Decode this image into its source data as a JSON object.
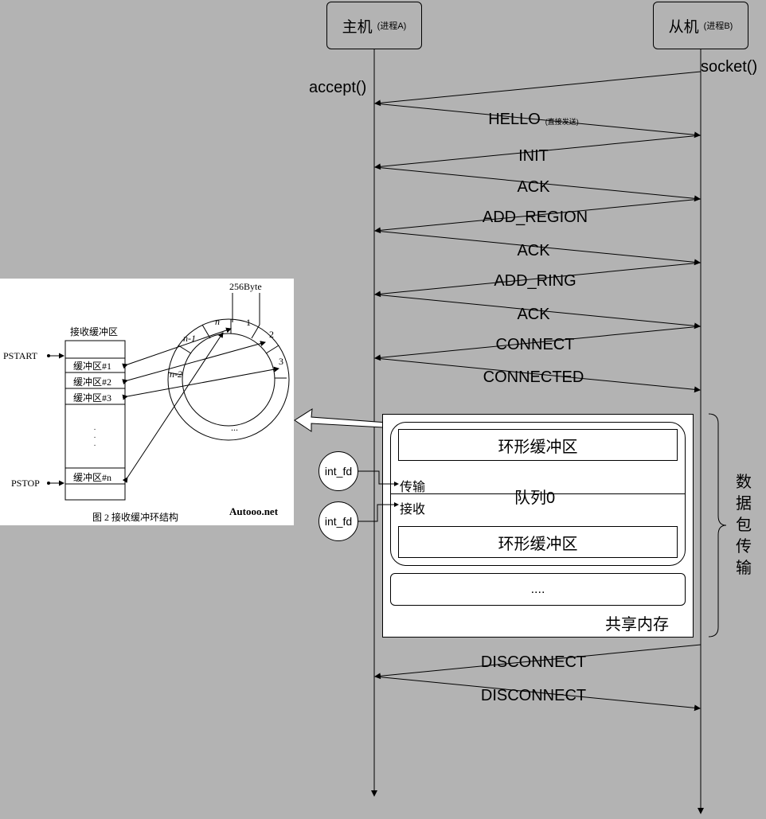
{
  "actors": {
    "host": {
      "name": "主机",
      "sub": "(进程A)"
    },
    "slave": {
      "name": "从机",
      "sub": "(进程B)"
    }
  },
  "calls": {
    "accept": "accept()",
    "socket": "socket()"
  },
  "messages": [
    {
      "label": "HELLO",
      "note": "(直接发送)"
    },
    {
      "label": "INIT"
    },
    {
      "label": "ACK"
    },
    {
      "label": "ADD_REGION"
    },
    {
      "label": "ACK"
    },
    {
      "label": "ADD_RING"
    },
    {
      "label": "ACK"
    },
    {
      "label": "CONNECT"
    },
    {
      "label": "CONNECTED"
    },
    {
      "label": "DISCONNECT"
    },
    {
      "label": "DISCONNECT"
    }
  ],
  "shared_memory": {
    "title": "共享内存",
    "ring_top": "环形缓冲区",
    "queue_label": "队列0",
    "ring_bottom": "环形缓冲区",
    "more": "....",
    "tx": "传输",
    "rx": "接收",
    "int_fd_1": "int_fd",
    "int_fd_2": "int_fd",
    "brace_label": "数据包传输"
  },
  "figure": {
    "title": "接收缓冲区",
    "pstart": "PSTART",
    "pstop": "PSTOP",
    "buffers": [
      "缓冲区#1",
      "缓冲区#2",
      "缓冲区#3",
      "缓冲区#n"
    ],
    "ring_size": "256Byte",
    "ring_slots": [
      "n",
      "1",
      "2",
      "3",
      "n-1",
      "n-2",
      "..."
    ],
    "caption": "图 2   接收缓冲环结构",
    "watermark": "Autooo.net"
  },
  "colors": {
    "background": "#b3b3b3",
    "line": "#000000",
    "box": "#ffffff"
  }
}
